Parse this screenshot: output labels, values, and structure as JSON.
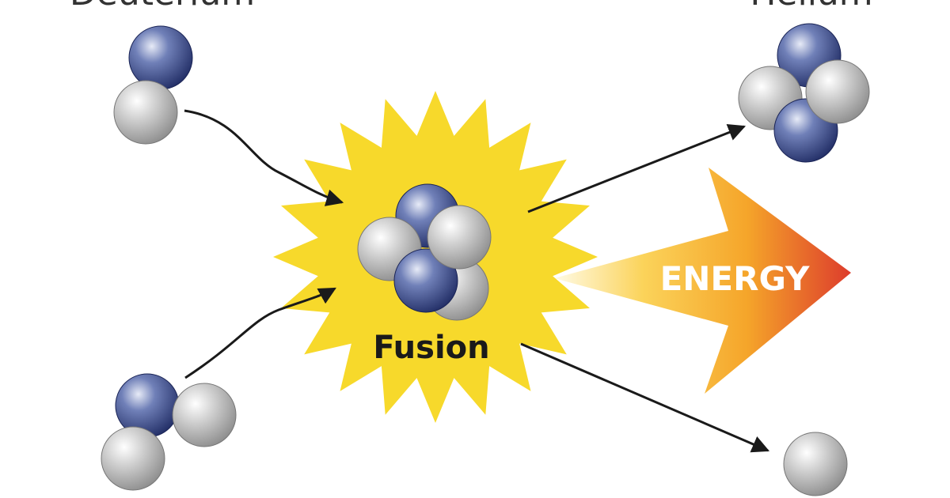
{
  "labels": {
    "left_top": "Deuterium",
    "right_top": "Helium",
    "center": "Fusion",
    "energy": "ENERGY"
  },
  "colors": {
    "proton": "#2f3f7e",
    "neutron": "#a9a9a9",
    "starburst": "#f7d92b",
    "energy_arrow_start": "#fff8d8",
    "energy_arrow_mid": "#f8b82a",
    "energy_arrow_end": "#dd3c2c",
    "arrows": "#1a1a1a"
  }
}
